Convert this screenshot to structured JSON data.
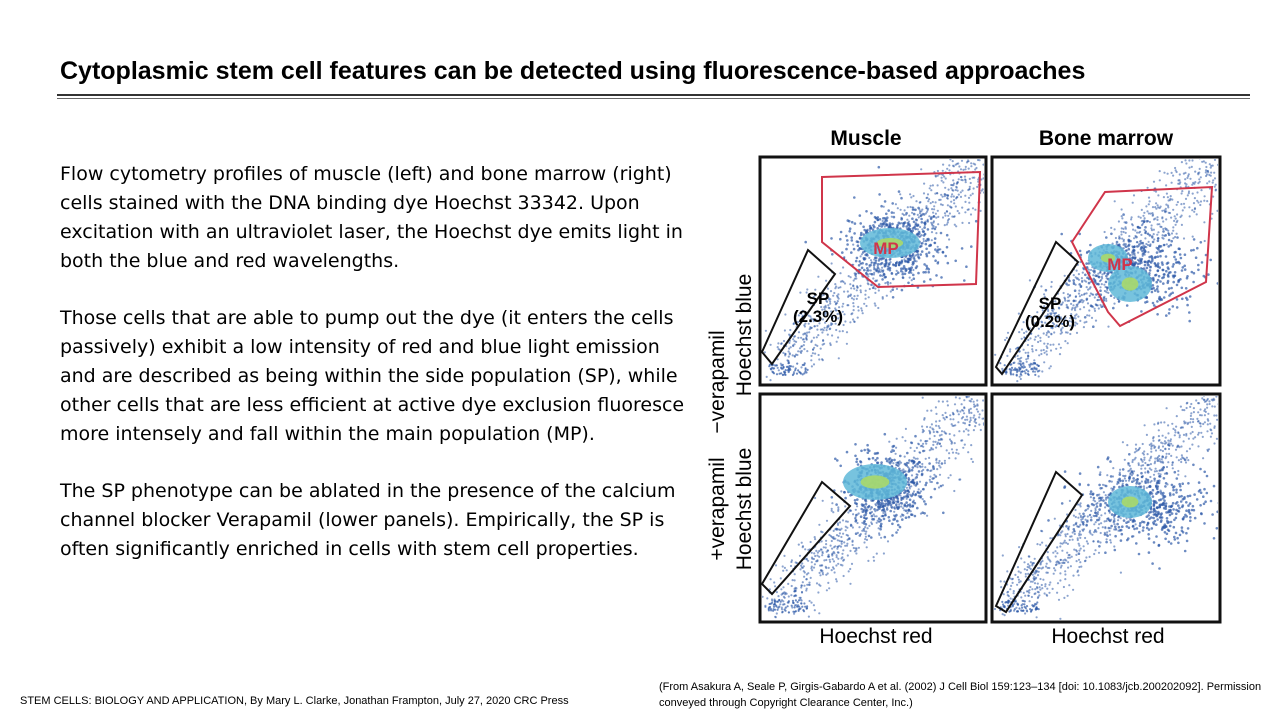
{
  "slide": {
    "title": "Cytoplasmic stem cell features can be detected using fluorescence-based approaches",
    "paragraphs": [
      "Flow cytometry profiles of muscle (left) and bone marrow (right) cells stained with the DNA binding dye Hoechst 33342. Upon excitation with an ultraviolet laser, the Hoechst dye emits light in both the blue and red wavelengths.",
      "Those cells that are able to pump out the dye (it enters the cells passively) exhibit a low intensity of red and blue light emission and are described as being within the side population (SP), while other cells that are less efficient at active dye exclusion fluoresce more intensely and fall within the main population (MP).",
      "The SP phenotype can be ablated in the presence of the calcium channel blocker Verapamil (lower panels). Empirically, the SP is often significantly enriched in cells with stem cell properties."
    ],
    "footer_left": "STEM CELLS: BIOLOGY AND APPLICATION, By Mary L. Clarke, Jonathan Frampton, July 27, 2020 CRC Press",
    "footer_right": "(From Asakura A, Seale P, Girgis-Gabardo A et al. (2002) J Cell Biol 159:123–134 [doi: 10.1083/jcb.200202092]. Permission conveyed through Copyright Clearance Center, Inc.)"
  },
  "figure": {
    "col_titles": [
      "Muscle",
      "Bone marrow"
    ],
    "row_labels": [
      "−verapamil",
      "+verapamil"
    ],
    "y_axis_label": "Hoechst blue",
    "x_axis_label": "Hoechst red",
    "mp_label": "MP",
    "sp_label": "SP",
    "sp_values": [
      "(2.3%)",
      "(0.2%)"
    ],
    "colors": {
      "dots": "#2d5aa8",
      "dense": "#5fb8d8",
      "core": "#a8d86a",
      "gate_mp": "#d0354a",
      "gate_sp": "#111111"
    }
  }
}
